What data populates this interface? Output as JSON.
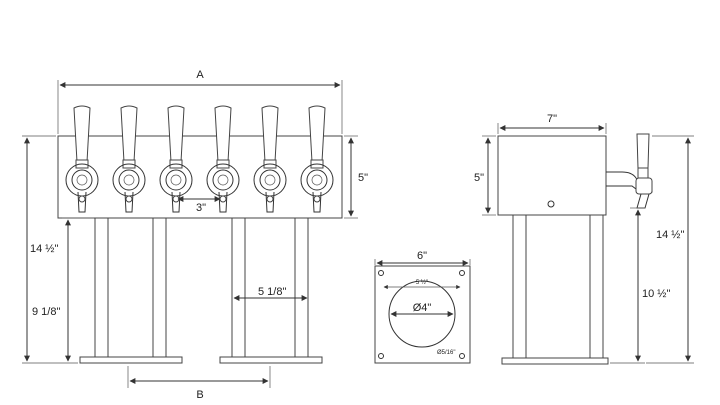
{
  "labels": {
    "width_A": "A",
    "spacing_B": "B",
    "front_tower_height": "14 ½\"",
    "front_post_height": "9 1/8\"",
    "front_panel_height": "5\"",
    "faucet_spacing": "3\"",
    "post_offset": "5 1/8\"",
    "base_width": "6\"",
    "base_hole_spacing": "5 ½\"",
    "base_hole_diameter": "Ø4\"",
    "base_bolt_size": "Ø5/16\"",
    "side_depth": "7\"",
    "side_panel_height": "5\"",
    "side_tower_height": "14 ½\"",
    "side_post_height": "10 ½\""
  },
  "faucet_count": 6,
  "colors": {
    "line": "#333333",
    "panel_fill": "#ffffff",
    "background": "#ffffff"
  }
}
